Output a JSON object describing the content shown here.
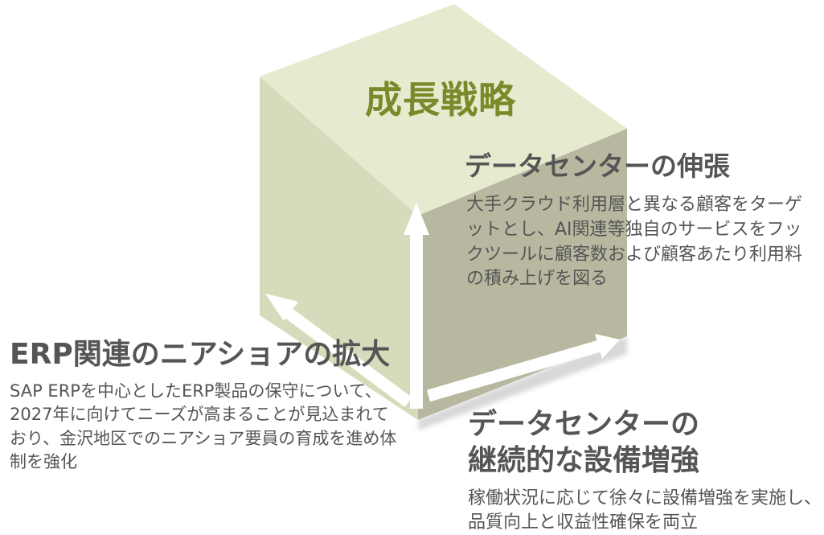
{
  "cube": {
    "title": "成長戦略",
    "colors": {
      "top": "#e6eacf",
      "left": "#d6dcbb",
      "front": "#b8b8a0",
      "title": "#7a8a2a",
      "arrow": "#ffffff"
    }
  },
  "data_center_growth": {
    "heading": "データセンターの伸張",
    "description": "大手クラウド利用層と異なる顧客をターゲットとし、AI関連等独自のサービスをフックツールに顧客数および顧客あたり利用料の積み上げを図る"
  },
  "erp": {
    "heading": "ERP関連のニアショアの拡大",
    "description": "SAP ERPを中心としたERP製品の保守について、2027年に向けてニーズが高まることが見込まれており、金沢地区でのニアショア要員の育成を進め体制を強化"
  },
  "data_center_investment": {
    "heading_line1": "データセンターの",
    "heading_line2": "継続的な設備増強",
    "description": "稼働状況に応じて徐々に設備増強を実施し、品質向上と収益性確保を両立"
  }
}
